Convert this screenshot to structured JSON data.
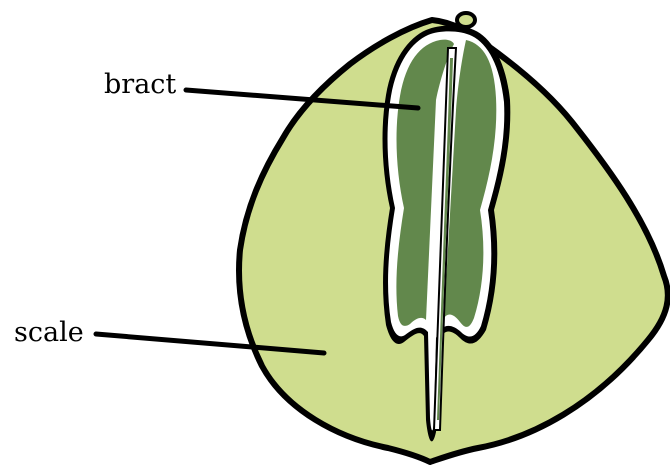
{
  "labels": {
    "bract": "bract",
    "scale": "scale"
  },
  "colors": {
    "scale_fill": "#cfdd8e",
    "bract_fill": "#62884c",
    "outline": "#000000",
    "background": "#ffffff"
  },
  "parts": [
    "scale",
    "bract"
  ]
}
